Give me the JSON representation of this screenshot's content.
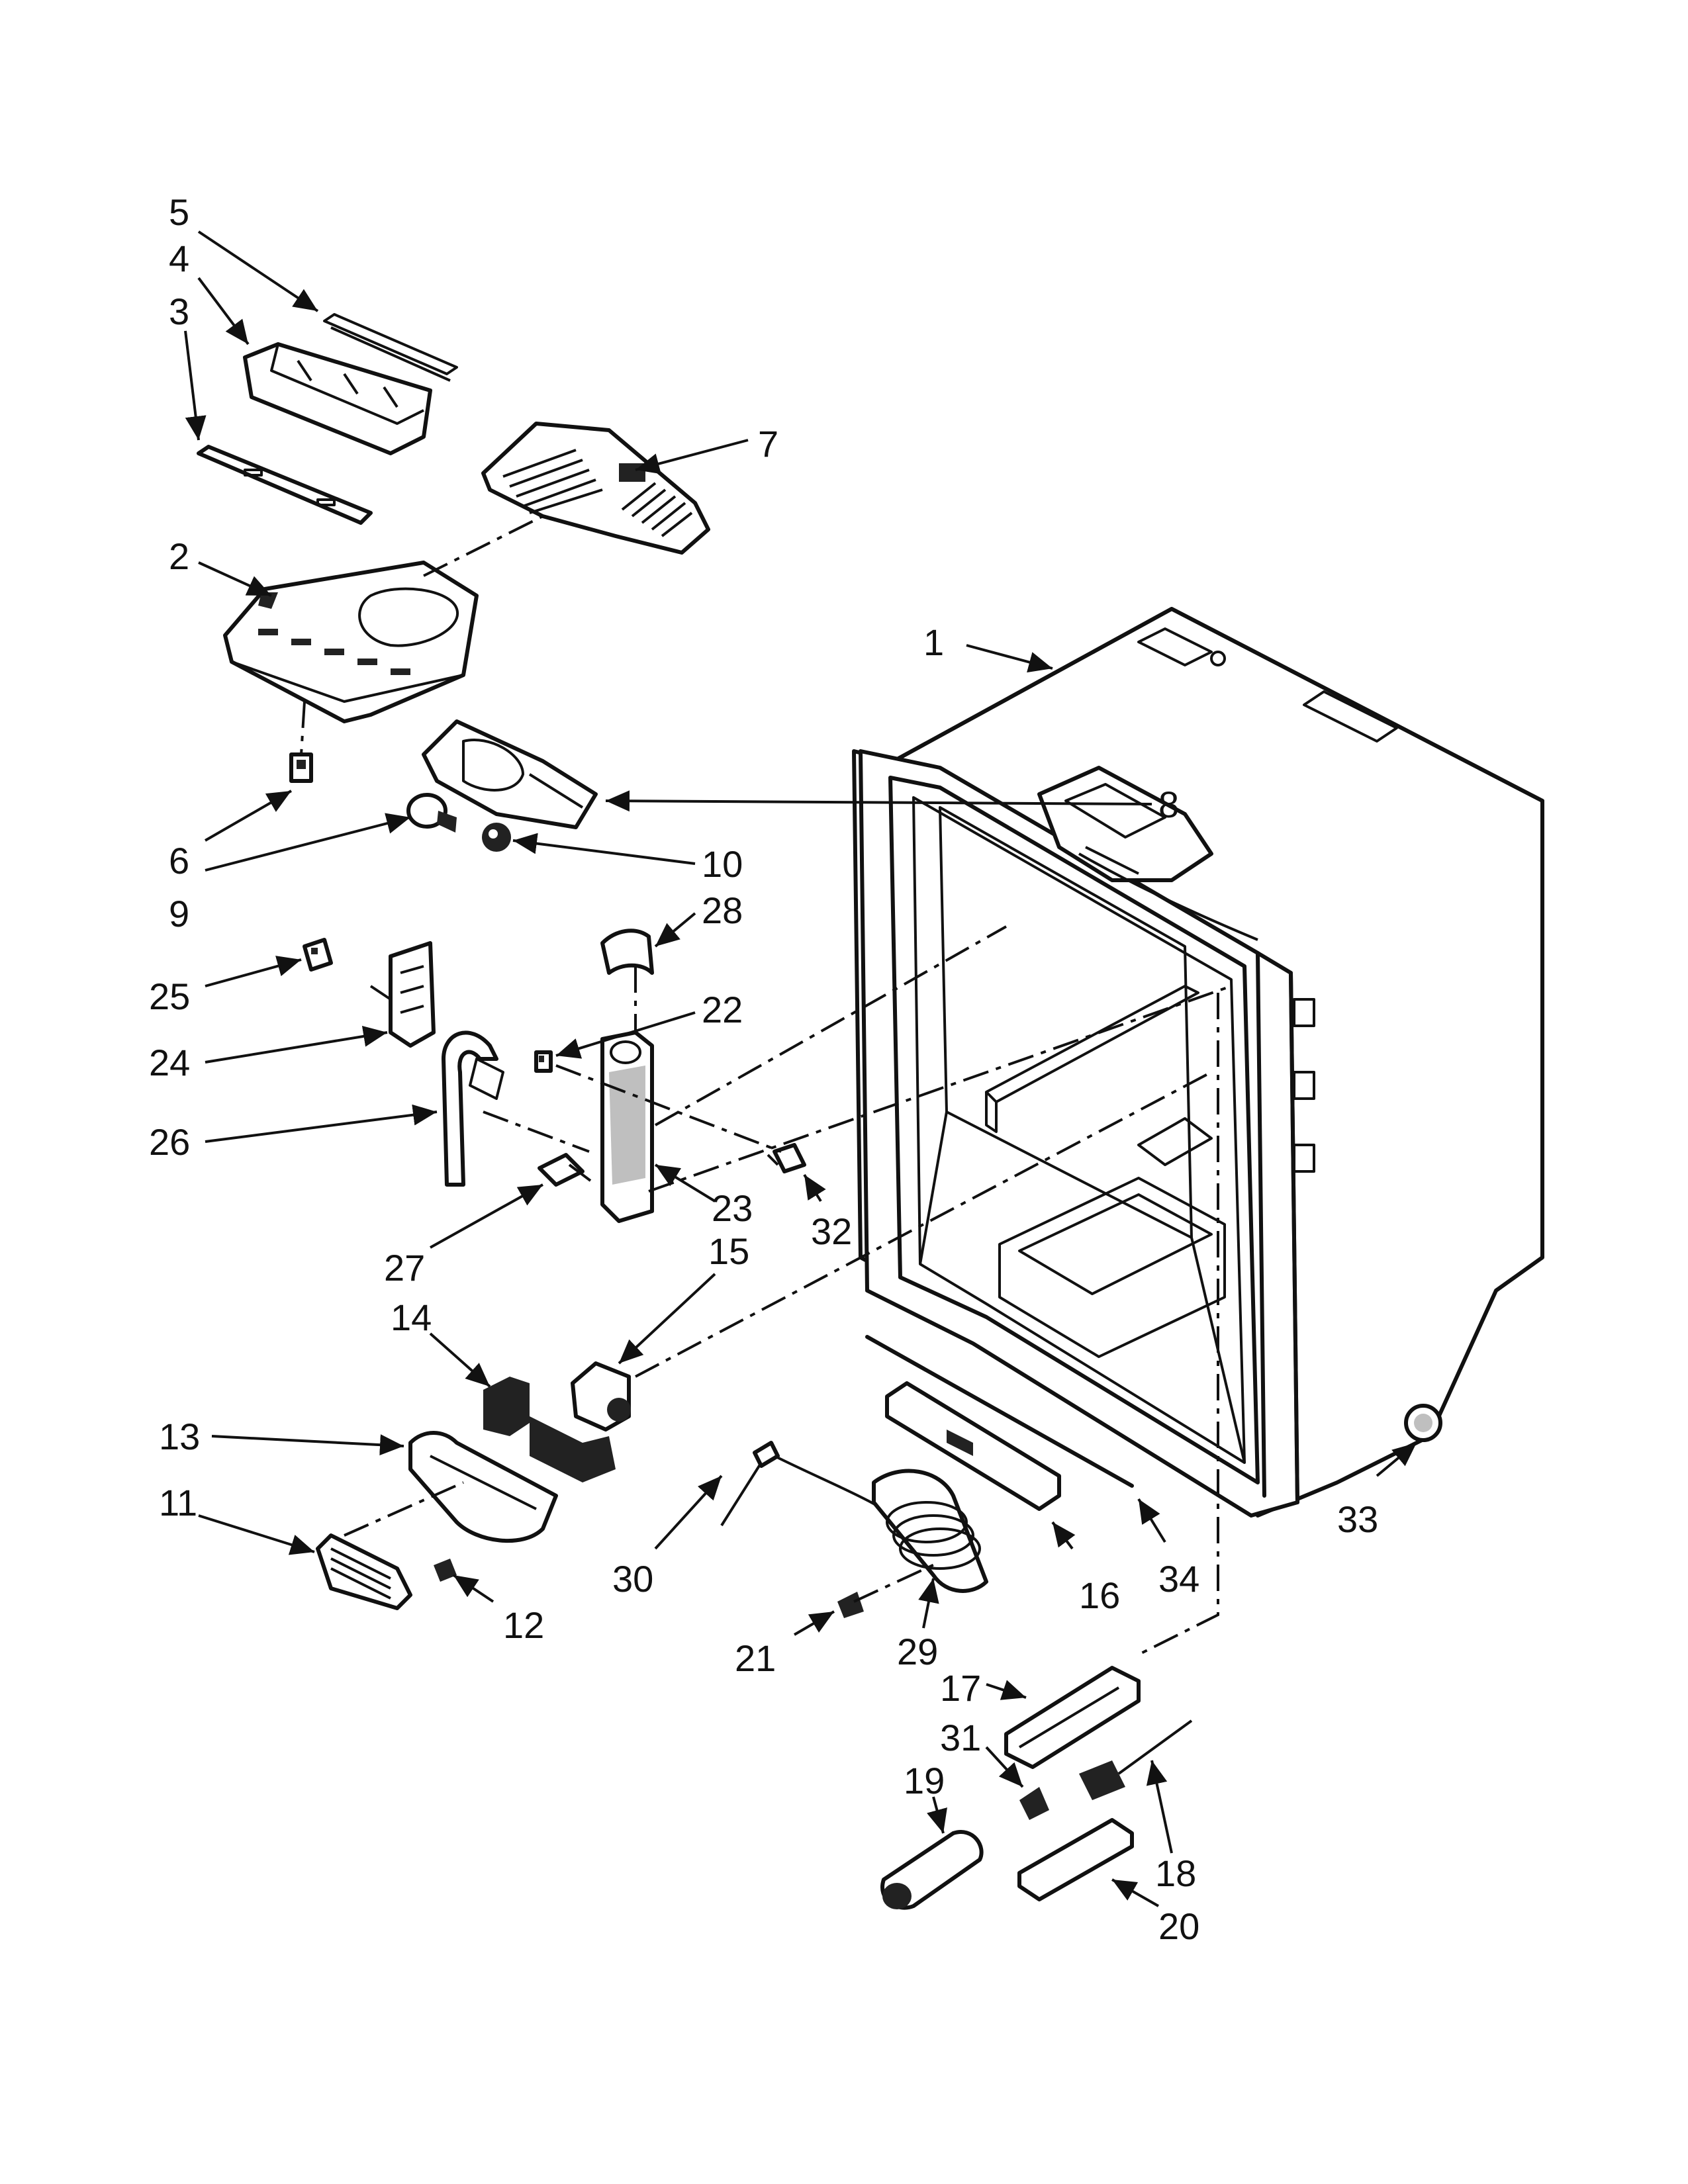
{
  "diagram": {
    "type": "exploded-parts-diagram",
    "colors": {
      "ink": "#111111",
      "background": "#ffffff",
      "shade": "#bfbfbf"
    },
    "callouts": [
      {
        "id": "c5",
        "label": "5"
      },
      {
        "id": "c4",
        "label": "4"
      },
      {
        "id": "c3",
        "label": "3"
      },
      {
        "id": "c7",
        "label": "7"
      },
      {
        "id": "c2",
        "label": "2"
      },
      {
        "id": "c1",
        "label": "1"
      },
      {
        "id": "c8",
        "label": "8"
      },
      {
        "id": "c6",
        "label": "6"
      },
      {
        "id": "c10",
        "label": "10"
      },
      {
        "id": "c9",
        "label": "9"
      },
      {
        "id": "c28",
        "label": "28"
      },
      {
        "id": "c25",
        "label": "25"
      },
      {
        "id": "c22",
        "label": "22"
      },
      {
        "id": "c24",
        "label": "24"
      },
      {
        "id": "c26",
        "label": "26"
      },
      {
        "id": "c23",
        "label": "23"
      },
      {
        "id": "c32",
        "label": "32"
      },
      {
        "id": "c27",
        "label": "27"
      },
      {
        "id": "c15",
        "label": "15"
      },
      {
        "id": "c14",
        "label": "14"
      },
      {
        "id": "c13",
        "label": "13"
      },
      {
        "id": "c11",
        "label": "11"
      },
      {
        "id": "c33",
        "label": "33"
      },
      {
        "id": "c30",
        "label": "30"
      },
      {
        "id": "c16",
        "label": "16"
      },
      {
        "id": "c34",
        "label": "34"
      },
      {
        "id": "c12",
        "label": "12"
      },
      {
        "id": "c21",
        "label": "21"
      },
      {
        "id": "c29",
        "label": "29"
      },
      {
        "id": "c17",
        "label": "17"
      },
      {
        "id": "c31",
        "label": "31"
      },
      {
        "id": "c19",
        "label": "19"
      },
      {
        "id": "c18",
        "label": "18"
      },
      {
        "id": "c20",
        "label": "20"
      }
    ]
  }
}
